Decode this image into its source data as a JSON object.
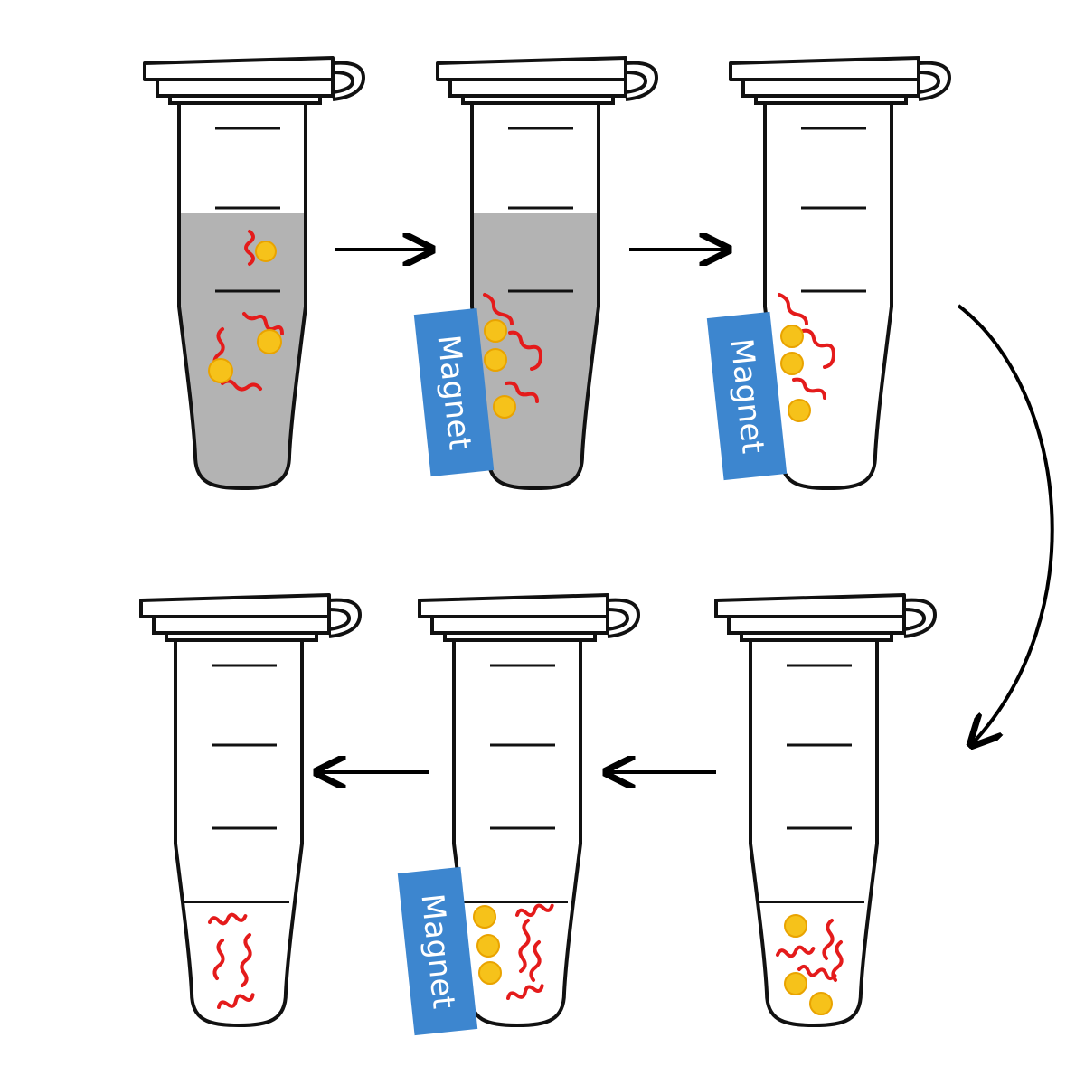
{
  "magnet_label": "Magnet",
  "colors": {
    "outline": "#111111",
    "liquid": "#b3b3b3",
    "bead_fill": "#f6c21a",
    "bead_stroke": "#e9a300",
    "dna": "#e41b1b",
    "magnet_fill": "#3d86cf",
    "magnet_text": "#ffffff",
    "arrow": "#000000"
  },
  "icons": {
    "tube": "microcentrifuge-tube-icon",
    "bead": "magnetic-bead-icon",
    "dna": "dna-strand-icon",
    "magnet": "magnet-icon",
    "arrow": "arrow-icon"
  },
  "steps": [
    {
      "id": "mix",
      "liquid": "full",
      "magnet": false,
      "beads_with_dna": 3
    },
    {
      "id": "capture",
      "liquid": "full",
      "magnet": true,
      "beads_with_dna": 3
    },
    {
      "id": "wash",
      "liquid": "none",
      "magnet": true,
      "beads_with_dna": 3
    },
    {
      "id": "elute",
      "liquid": "small",
      "magnet": false,
      "beads": 3,
      "free_dna": 4
    },
    {
      "id": "separate",
      "liquid": "small",
      "magnet": true,
      "beads": 3,
      "free_dna": 4
    },
    {
      "id": "recover",
      "liquid": "small",
      "magnet": false,
      "free_dna": 4
    }
  ]
}
